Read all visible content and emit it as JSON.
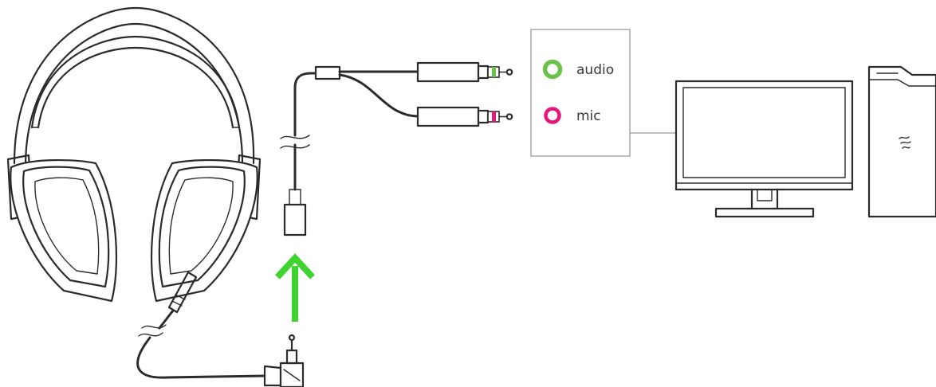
{
  "ports": {
    "audio": {
      "label": "audio",
      "color": "#6cc24a"
    },
    "mic": {
      "label": "mic",
      "color": "#e4187c"
    }
  },
  "arrow": {
    "color": "#3ed32e",
    "direction": "up"
  },
  "line_color": "#2b2b2b",
  "panel_border_color": "#9a9a9a"
}
